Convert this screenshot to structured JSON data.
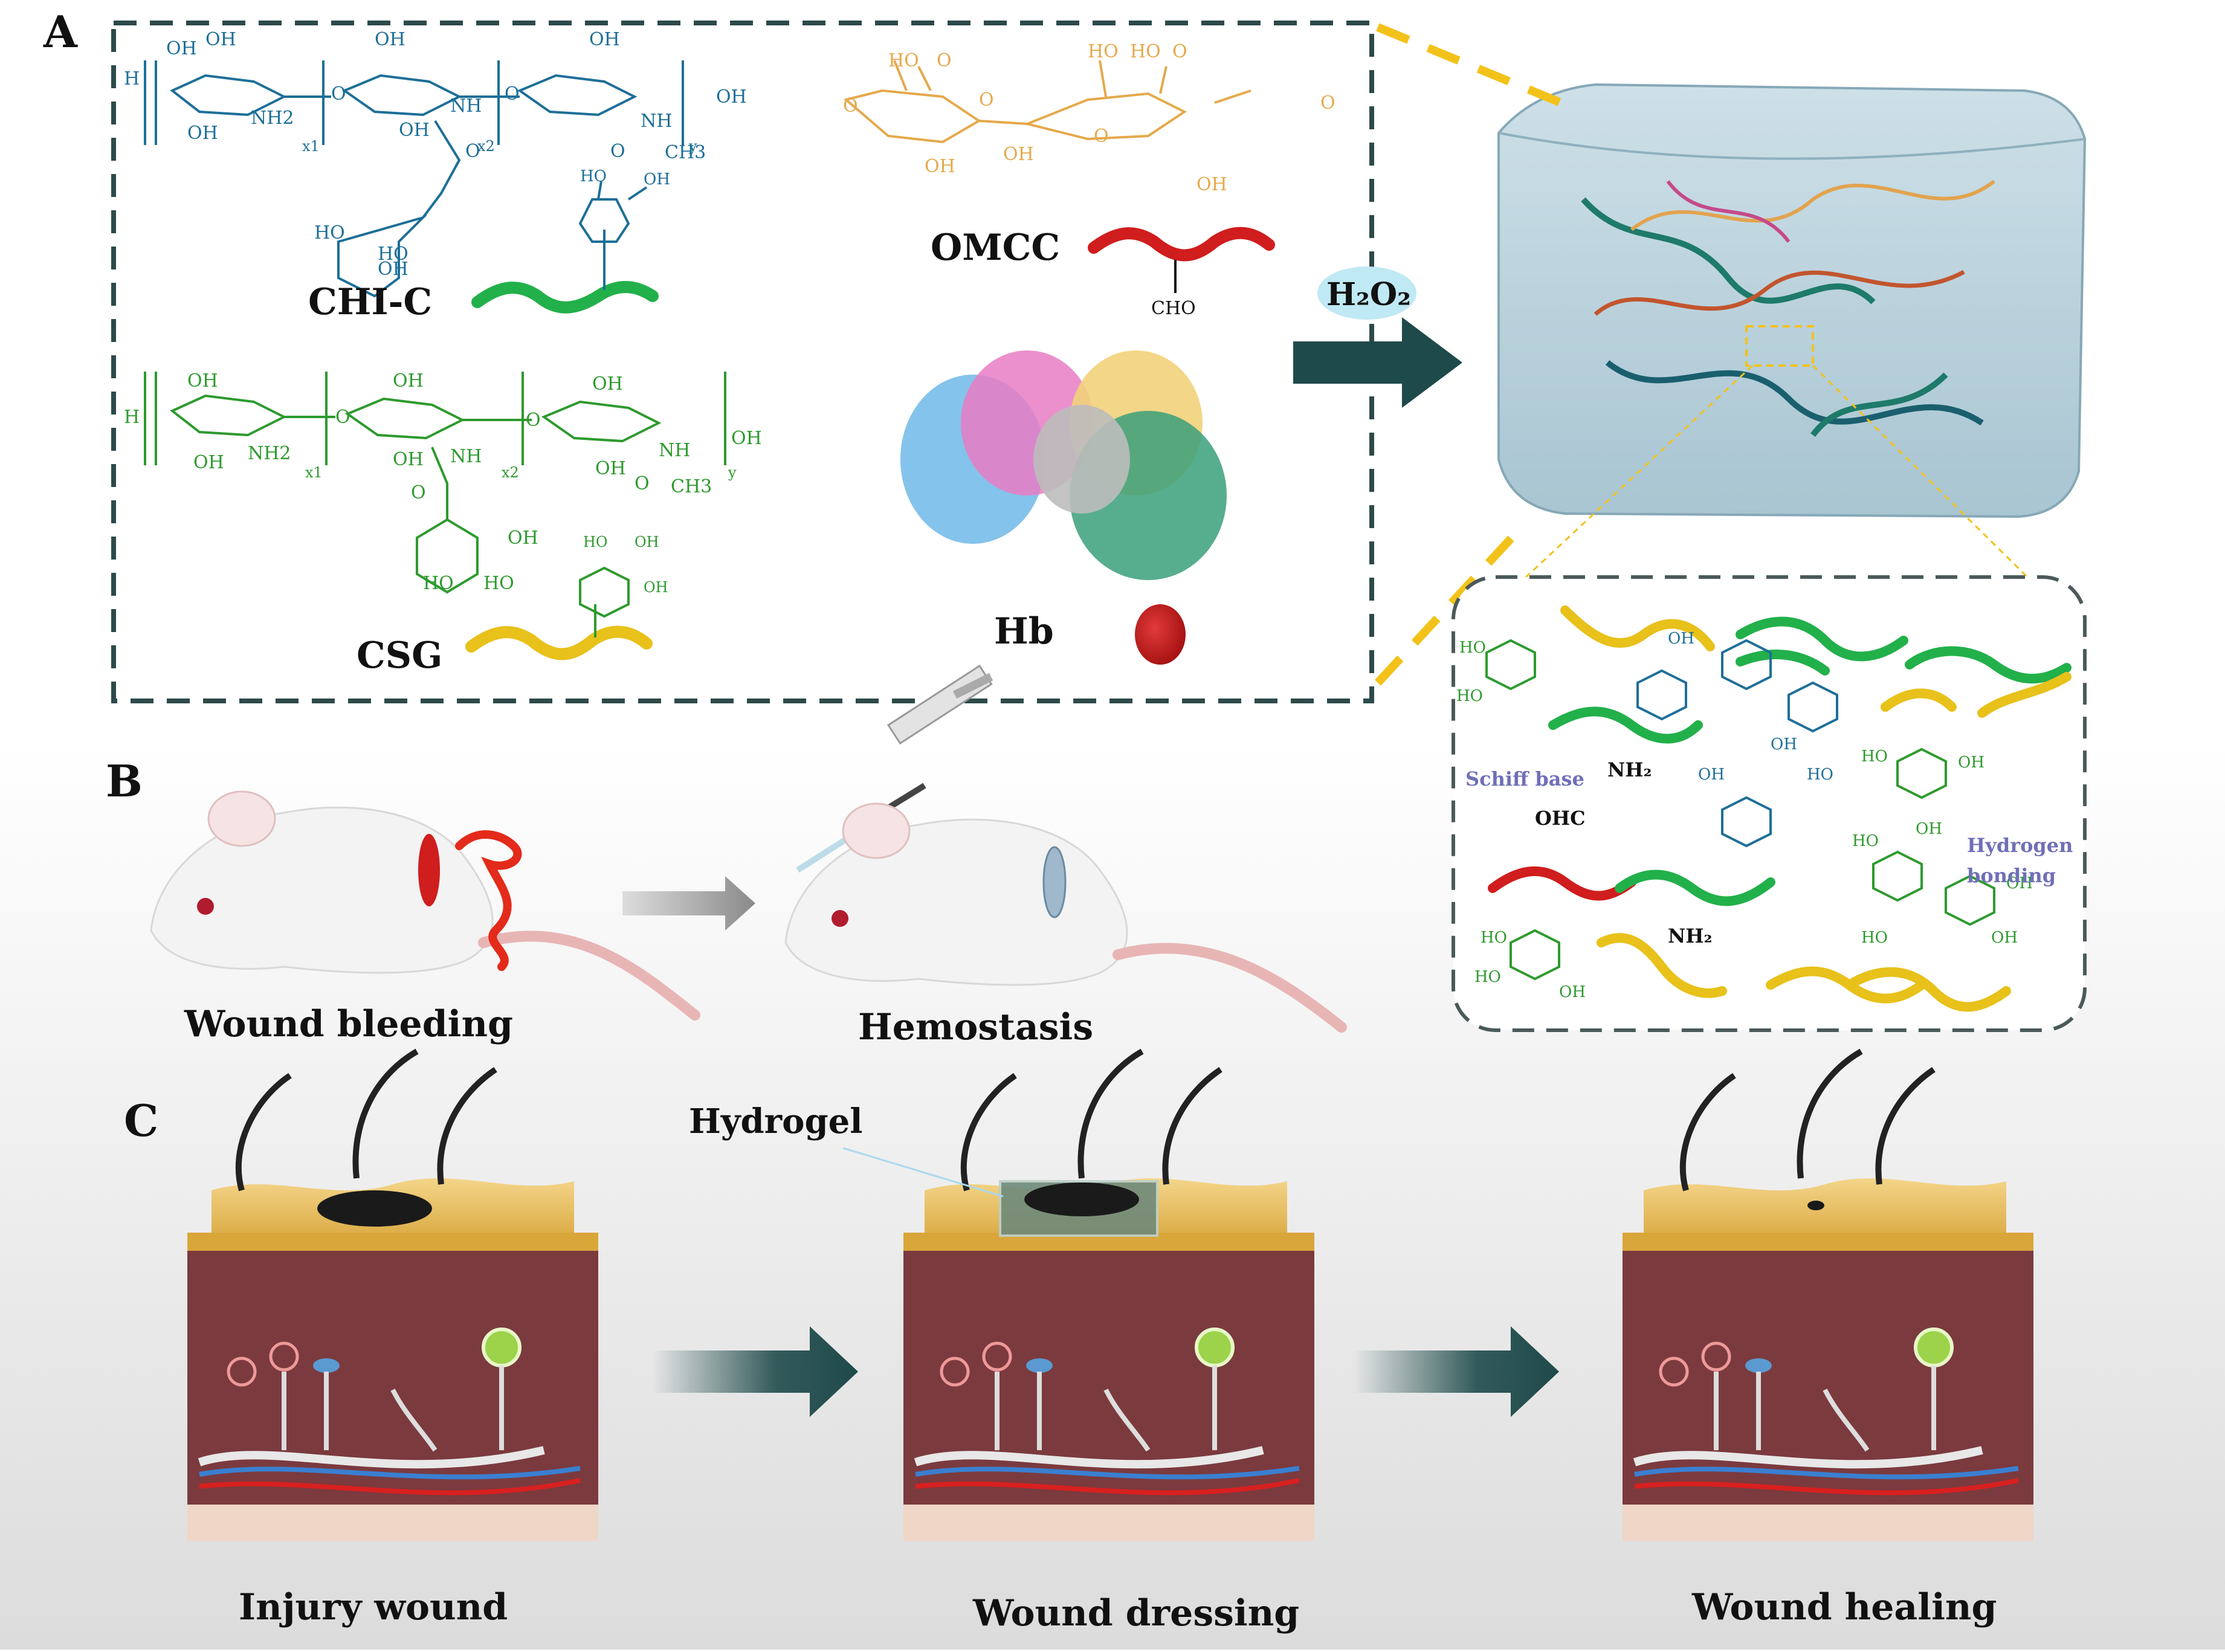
{
  "panels": {
    "a": {
      "letter": "A",
      "chi_c": {
        "label": "CHI-C",
        "atoms": [
          "OH",
          "OH",
          "OH",
          "NH2",
          "OH",
          "NH",
          "OH",
          "OH",
          "NH",
          "CH3",
          "O",
          "O",
          "HO",
          "OH",
          "HO",
          "OH",
          "H",
          "O",
          "O"
        ],
        "subscripts": [
          "x1",
          "x2",
          "y"
        ]
      },
      "csg": {
        "label": "CSG",
        "atoms": [
          "OH",
          "OH",
          "OH",
          "NH2",
          "OH",
          "NH",
          "OH",
          "OH",
          "NH",
          "CH3",
          "O",
          "O",
          "OH",
          "HO",
          "OH",
          "HO",
          "HO",
          "OH",
          "OH",
          "H",
          "O",
          "O"
        ],
        "subscripts": [
          "x1",
          "x2",
          "y"
        ]
      },
      "omcc": {
        "label": "OMCC",
        "atoms": [
          "HO",
          "O",
          "O",
          "HO",
          "O",
          "HO",
          "O",
          "OH",
          "OH",
          "OH",
          "O",
          "O"
        ],
        "side_group": "CHO"
      },
      "hb": {
        "label": "Hb"
      },
      "reagent": "H₂O₂",
      "network": {
        "labels": [
          "Schiff base",
          "NH₂",
          "OHC",
          "NH₂",
          "Hydrogen",
          "bonding"
        ],
        "atoms": [
          "HO",
          "HO",
          "OH",
          "OH",
          "HO",
          "OH",
          "HO",
          "OH",
          "OH",
          "HO",
          "OH",
          "HO",
          "OH",
          "HO",
          "OH",
          "HO"
        ]
      }
    },
    "b": {
      "letter": "B",
      "left_caption": "Wound bleeding",
      "right_caption": "Hemostasis"
    },
    "c": {
      "letter": "C",
      "hydrogel_label": "Hydrogel",
      "captions": [
        "Injury wound",
        "Wound dressing",
        "Wound healing"
      ]
    }
  },
  "colors": {
    "frame": "#2d4a4a",
    "arrow": "#1f4a4a",
    "chi_blue": "#1d6f98",
    "csg_green": "#2e9a2e",
    "omcc_orange": "#e5a94c",
    "strand_green": "#22b04a",
    "strand_red": "#d01d1d",
    "strand_yellow": "#e8c11a",
    "dashed_yellow": "#f3c21a",
    "label_purple": "#6f6fb8"
  }
}
